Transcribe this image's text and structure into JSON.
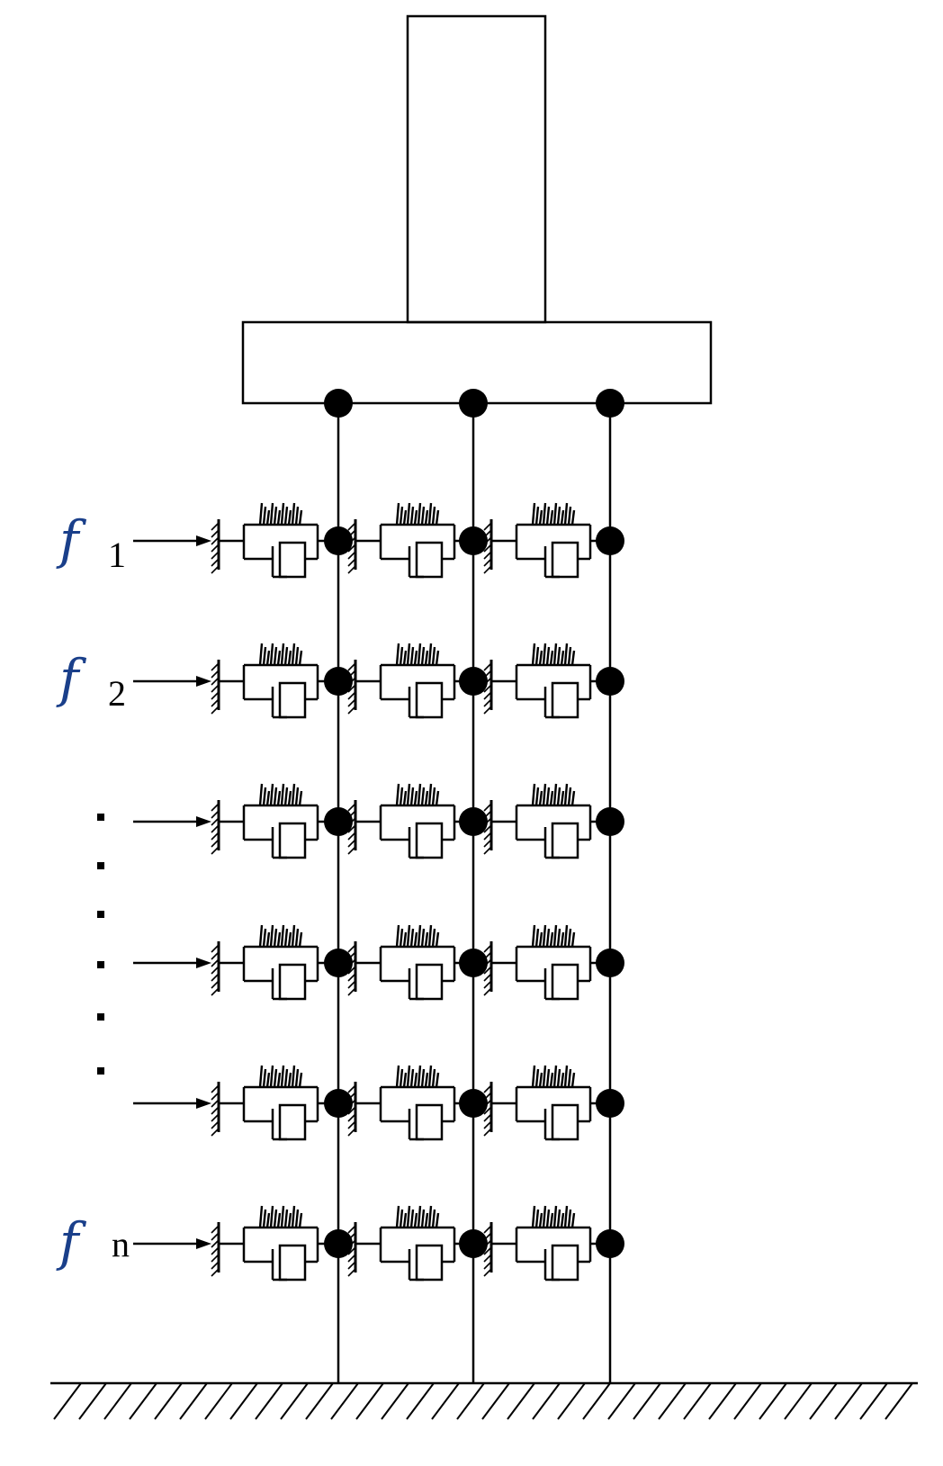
{
  "diagram": {
    "title": "",
    "force_labels": [
      {
        "symbol": "f",
        "subscript": "1"
      },
      {
        "symbol": "f",
        "subscript": "2"
      },
      {
        "symbol": "f",
        "subscript": "n"
      }
    ],
    "levels": 6,
    "columns": 3,
    "dots_marker": "ellipsis",
    "colors": {
      "line": "#000000",
      "node": "#000000",
      "force_symbol": "#1a3f8a",
      "background": "#ffffff"
    },
    "icons": {
      "spring": "spring-icon",
      "damper": "damper-icon",
      "wall_support": "hatched-support-icon",
      "ground": "ground-hatch-icon"
    }
  }
}
